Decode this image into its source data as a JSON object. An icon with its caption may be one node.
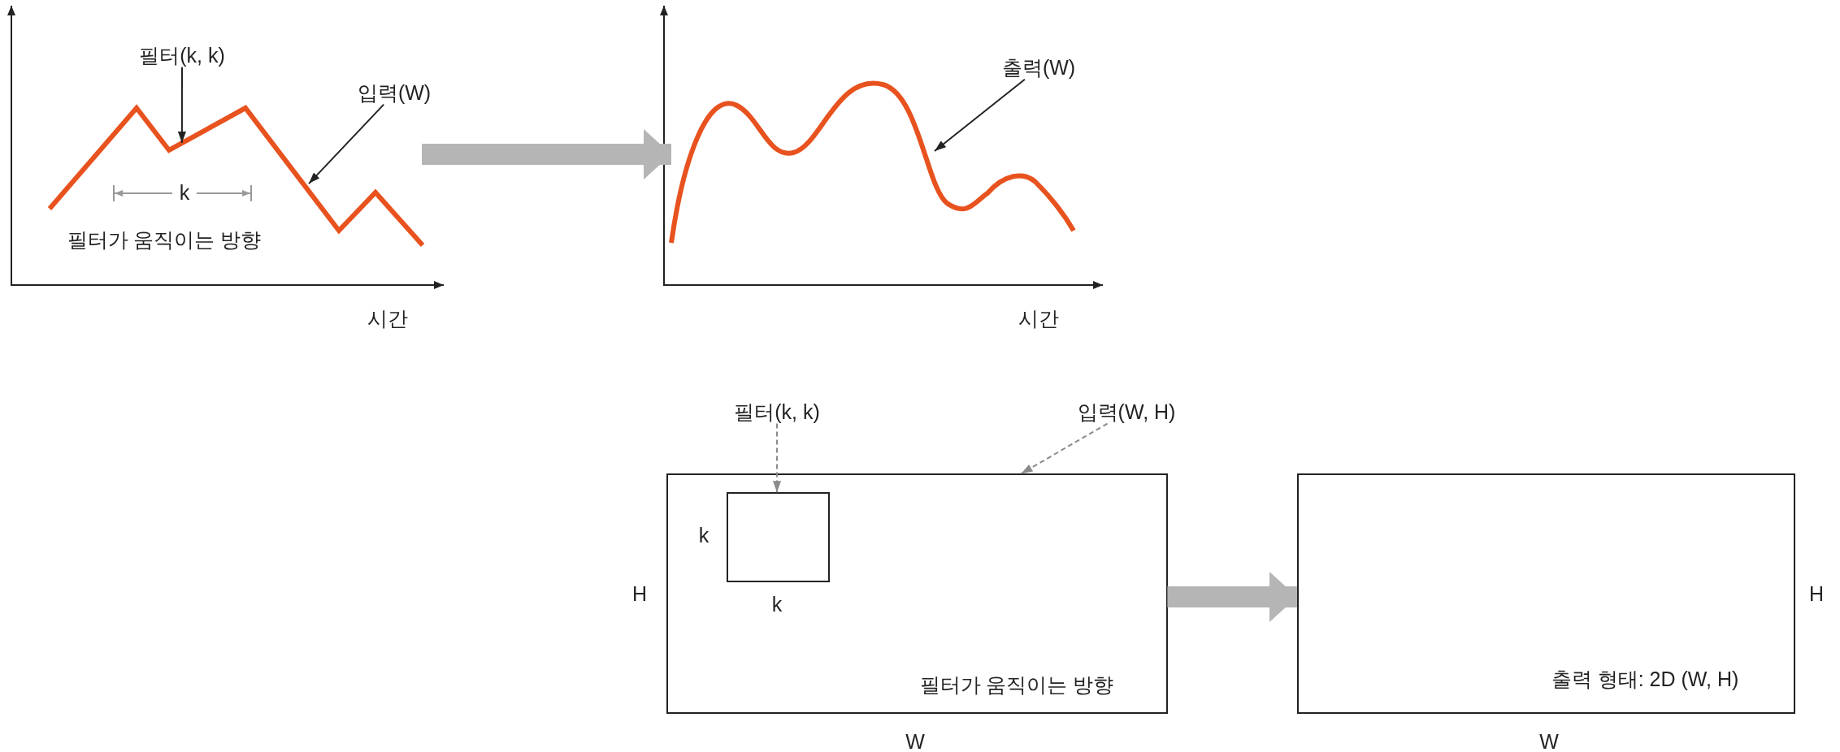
{
  "diagram": {
    "nodes": [
      {
        "text": [
          "필터(k, k)"
        ]
      },
      {
        "text": [
          "입력(W)"
        ]
      },
      {
        "text": [],
        "shape": "picture"
      },
      {
        "text": [],
        "shape": "picture"
      },
      {
        "text": [
          "출력(W)"
        ]
      },
      {
        "text": [
          "필터(k, k)"
        ]
      },
      {
        "text": [
          "입력(W, H)"
        ]
      },
      {
        "text": [
          "필터가 움직이는 방향"
        ],
        "beside": [
          "H",
          "W"
        ]
      },
      {
        "text": [],
        "shape": "box",
        "in": 7,
        "beside": [
          "k",
          "k"
        ]
      },
      {
        "text": [
          "출력 형태: 2D (W, H)"
        ],
        "beside": [
          "H",
          "W"
        ]
      }
    ],
    "edges": [
      {
        "from": 0,
        "to": 2,
        "arrow": "to"
      },
      {
        "from": 1,
        "to": 2,
        "arrow": "to"
      },
      {
        "from": 2,
        "to": 3,
        "arrow": "to",
        "style": "thick",
        "color": "#b5b5b5"
      },
      {
        "from": 4,
        "to": 3,
        "arrow": "to"
      },
      {
        "from": 5,
        "to": 8,
        "arrow": "to",
        "style": "dashed",
        "color": "#8a8a8a"
      },
      {
        "from": 6,
        "to": 7,
        "arrow": "to",
        "style": "dashed",
        "color": "#8a8a8a"
      },
      {
        "from": 7,
        "to": 9,
        "arrow": "to",
        "style": "thick",
        "color": "#b5b5b5"
      }
    ],
    "labels": [
      "k",
      "필터가 움직이는 방향",
      "시간",
      "시간"
    ]
  }
}
